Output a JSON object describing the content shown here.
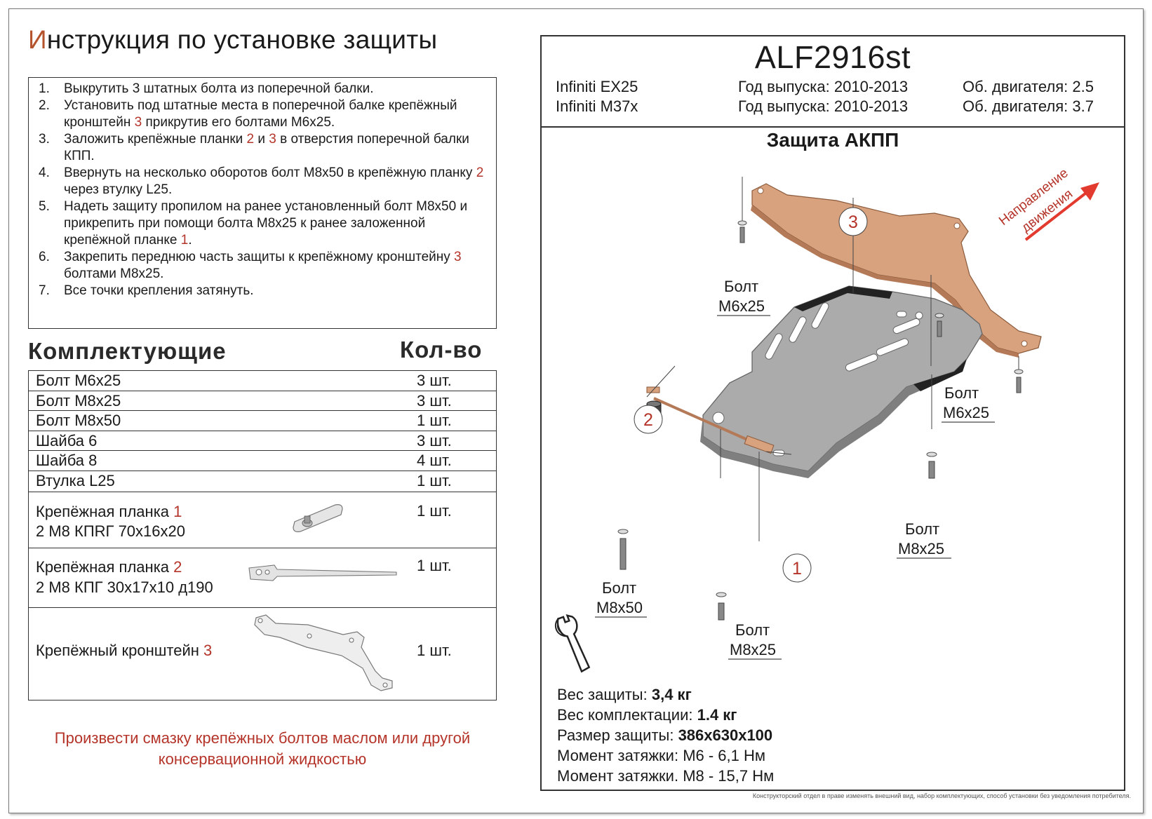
{
  "header": {
    "title_cap": "И",
    "title_rest": "нструкция по установке защиты"
  },
  "instructions": [
    {
      "n": "1.",
      "parts": [
        {
          "t": "Выкрутить 3 штатных болта из поперечной балки."
        }
      ]
    },
    {
      "n": "2.",
      "parts": [
        {
          "t": "Установить под штатные места в поперечной балке крепёжный кронштейн "
        },
        {
          "t": "3",
          "red": true
        },
        {
          "t": " прикрутив его болтами М6х25."
        }
      ]
    },
    {
      "n": "3.",
      "parts": [
        {
          "t": "Заложить крепёжные планки "
        },
        {
          "t": "2",
          "red": true
        },
        {
          "t": " и "
        },
        {
          "t": "3",
          "red": true
        },
        {
          "t": " в отверстия поперечной балки КПП."
        }
      ]
    },
    {
      "n": "4.",
      "parts": [
        {
          "t": "Ввернуть на несколько оборотов болт М8х50  в крепёжную планку "
        },
        {
          "t": "2",
          "red": true
        },
        {
          "t": " через втулку L25."
        }
      ]
    },
    {
      "n": "5.",
      "parts": [
        {
          "t": "Надеть защиту пропилом на ранее установленный болт М8х50 и прикрепить при помощи болта М8х25 к ранее заложенной крепёжной планке "
        },
        {
          "t": "1",
          "red": true
        },
        {
          "t": "."
        }
      ]
    },
    {
      "n": "6.",
      "parts": [
        {
          "t": "Закрепить переднюю часть защиты к крепёжному кронштейну "
        },
        {
          "t": "3",
          "red": true
        },
        {
          "t": " болтами М8х25."
        }
      ]
    },
    {
      "n": "7.",
      "parts": [
        {
          "t": "Все точки крепления затянуть."
        }
      ]
    }
  ],
  "kit": {
    "heading": "Комплектующие",
    "qty_heading": "Кол-во",
    "items": [
      {
        "name": "Болт М6х25",
        "qty": "3 шт."
      },
      {
        "name": "Болт М8х25",
        "qty": "3 шт."
      },
      {
        "name": "Болт М8х50",
        "qty": "1 шт."
      },
      {
        "name": "Шайба 6",
        "qty": "3 шт."
      },
      {
        "name": "Шайба 8",
        "qty": "4 шт."
      },
      {
        "name": "Втулка L25",
        "qty": "1 шт."
      },
      {
        "name": "Крепёжная планка ",
        "num": "1",
        "line2": "2 М8 КПRГ 70х16х20",
        "qty": "1 шт."
      },
      {
        "name": "Крепёжная планка ",
        "num": "2",
        "line2": "2 М8 КПГ 30х17х10 д190",
        "qty": "1 шт."
      },
      {
        "name": "Крепёжный кронштейн ",
        "num": "3",
        "qty": "1 шт."
      }
    ]
  },
  "note": "Произвести смазку крепёжных болтов маслом или другой консервационной жидкостью",
  "product": {
    "article": "ALF2916st",
    "models": [
      "Infiniti EX25",
      "Infiniti M37x"
    ],
    "years": [
      "Год выпуска: 2010-2013",
      "Год выпуска: 2010-2013"
    ],
    "engines": [
      "Об. двигателя: 2.5",
      "Об. двигателя: 3.7"
    ],
    "part_title": "Защита АКПП"
  },
  "diagram": {
    "direction": [
      "Направление",
      "движения"
    ],
    "callouts": [
      "1",
      "2",
      "3"
    ],
    "bolt_word": "Болт",
    "bolt_labels": [
      "М6х25",
      "М6х25",
      "М8х25",
      "М8х50",
      "М8х25"
    ]
  },
  "specs": [
    {
      "label": "Вес защиты: ",
      "value": "3,4 кг"
    },
    {
      "label": "Вес комплектации: ",
      "value": "1.4 кг"
    },
    {
      "label": "Размер защиты: ",
      "value": "386х630х100"
    },
    {
      "label": "Момент затяжки:  М6 - 6,1 Нм",
      "value": ""
    },
    {
      "label": "Момент затяжки.  М8 - 15,7 Нм",
      "value": ""
    }
  ],
  "fine_print": "Конструкторский отдел в праве изменять внешний вид, набор комплектующих, способ установки без уведомления потребителя.",
  "colors": {
    "accent_red": "#b5342a",
    "bracket_fill": "#d9a27f",
    "plate_fill": "#a9a9a9"
  }
}
